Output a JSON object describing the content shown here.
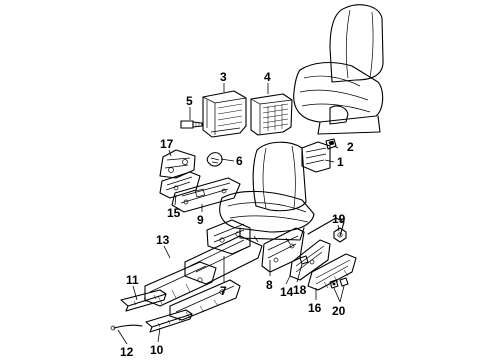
{
  "diagram": {
    "type": "exploded parts diagram",
    "callouts": [
      "1",
      "2",
      "3",
      "4",
      "5",
      "6",
      "7",
      "8",
      "9",
      "10",
      "11",
      "12",
      "13",
      "14",
      "15",
      "16",
      "17",
      "18",
      "19",
      "20"
    ]
  }
}
